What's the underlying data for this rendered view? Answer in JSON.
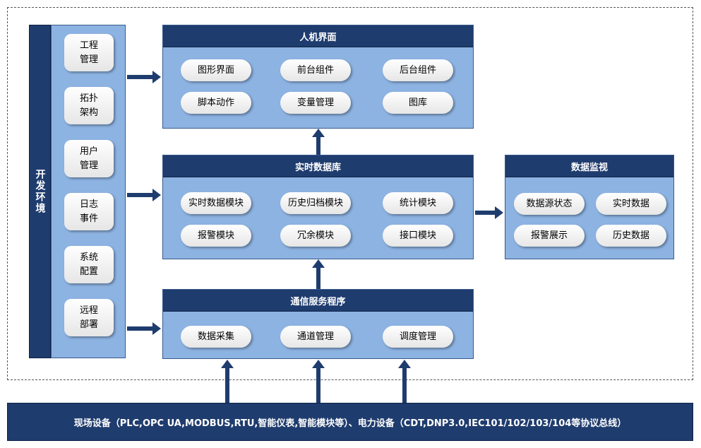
{
  "dev_env": {
    "title": "开发环境",
    "items": [
      "工程\n管理",
      "拓扑\n架构",
      "用户\n管理",
      "日志\n事件",
      "系统\n配置",
      "远程\n部署"
    ]
  },
  "hmi": {
    "title": "人机界面",
    "items": [
      "图形界面",
      "前台组件",
      "后台组件",
      "脚本动作",
      "变量管理",
      "图库"
    ]
  },
  "rtdb": {
    "title": "实时数据库",
    "items": [
      "实时数据模块",
      "历史归档模块",
      "统计模块",
      "报警模块",
      "冗余模块",
      "接口模块"
    ]
  },
  "comm": {
    "title": "通信服务程序",
    "items": [
      "数据采集",
      "通道管理",
      "调度管理"
    ]
  },
  "monitor": {
    "title": "数据监视",
    "items": [
      "数据源状态",
      "实时数据",
      "报警展示",
      "历史数据"
    ]
  },
  "field_devices": "现场设备（PLC,OPC UA,MODBUS,RTU,智能仪表,智能模块等）、电力设备（CDT,DNP3.0,IEC101/102/103/104等协议总线）",
  "colors": {
    "header": "#1f3c6e",
    "panel": "#8db3e2"
  }
}
